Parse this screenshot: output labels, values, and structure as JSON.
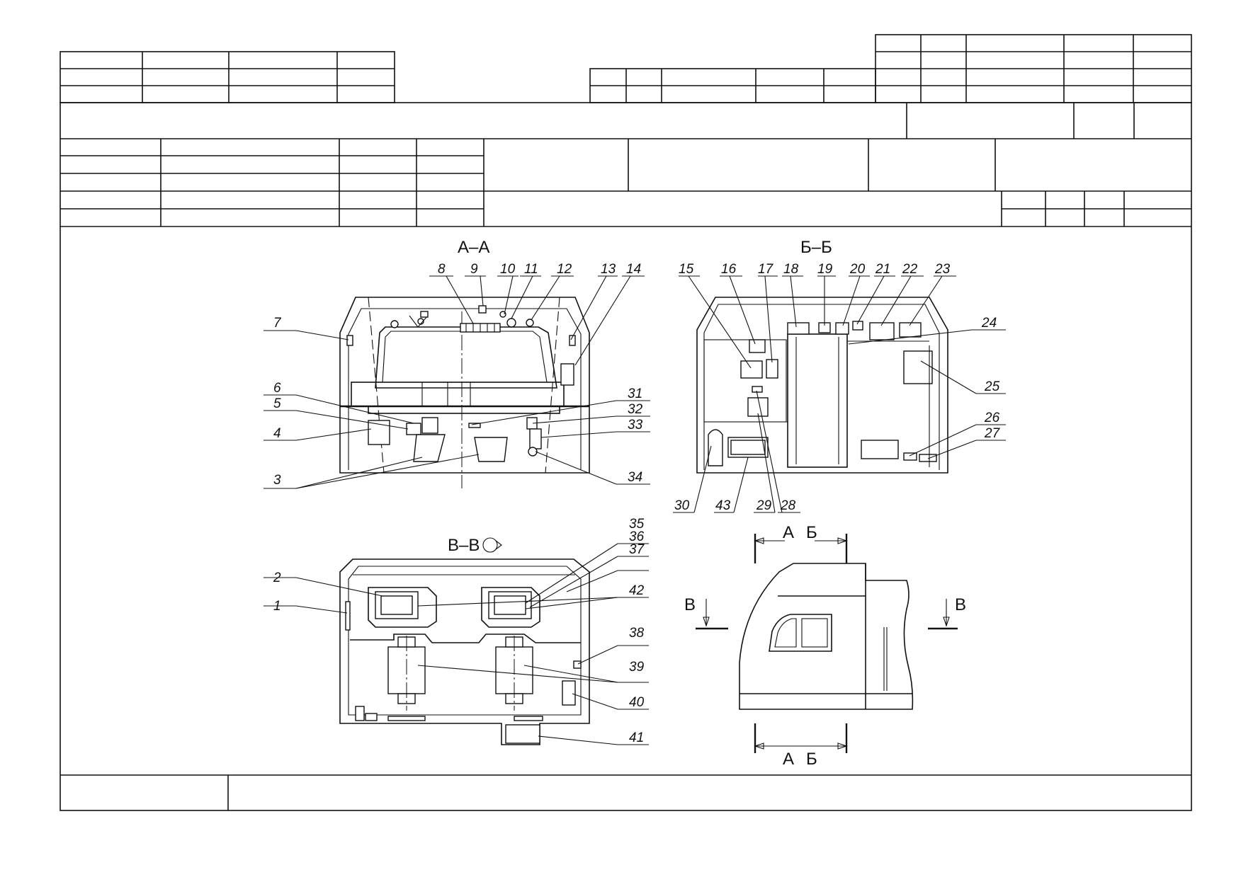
{
  "drawing": {
    "sections": {
      "aa": "А–А",
      "bb": "Б–Б",
      "vv": "В–В"
    },
    "cut_marks": {
      "a": "А",
      "b": "Б",
      "v": "В"
    },
    "callouts": [
      "1",
      "2",
      "3",
      "4",
      "5",
      "6",
      "7",
      "8",
      "9",
      "10",
      "11",
      "12",
      "13",
      "14",
      "15",
      "16",
      "17",
      "18",
      "19",
      "20",
      "21",
      "22",
      "23",
      "24",
      "25",
      "26",
      "27",
      "28",
      "29",
      "30",
      "31",
      "32",
      "33",
      "34",
      "35",
      "36",
      "37",
      "38",
      "39",
      "40",
      "41",
      "42",
      "43"
    ]
  },
  "title_block": {
    "cells": []
  }
}
